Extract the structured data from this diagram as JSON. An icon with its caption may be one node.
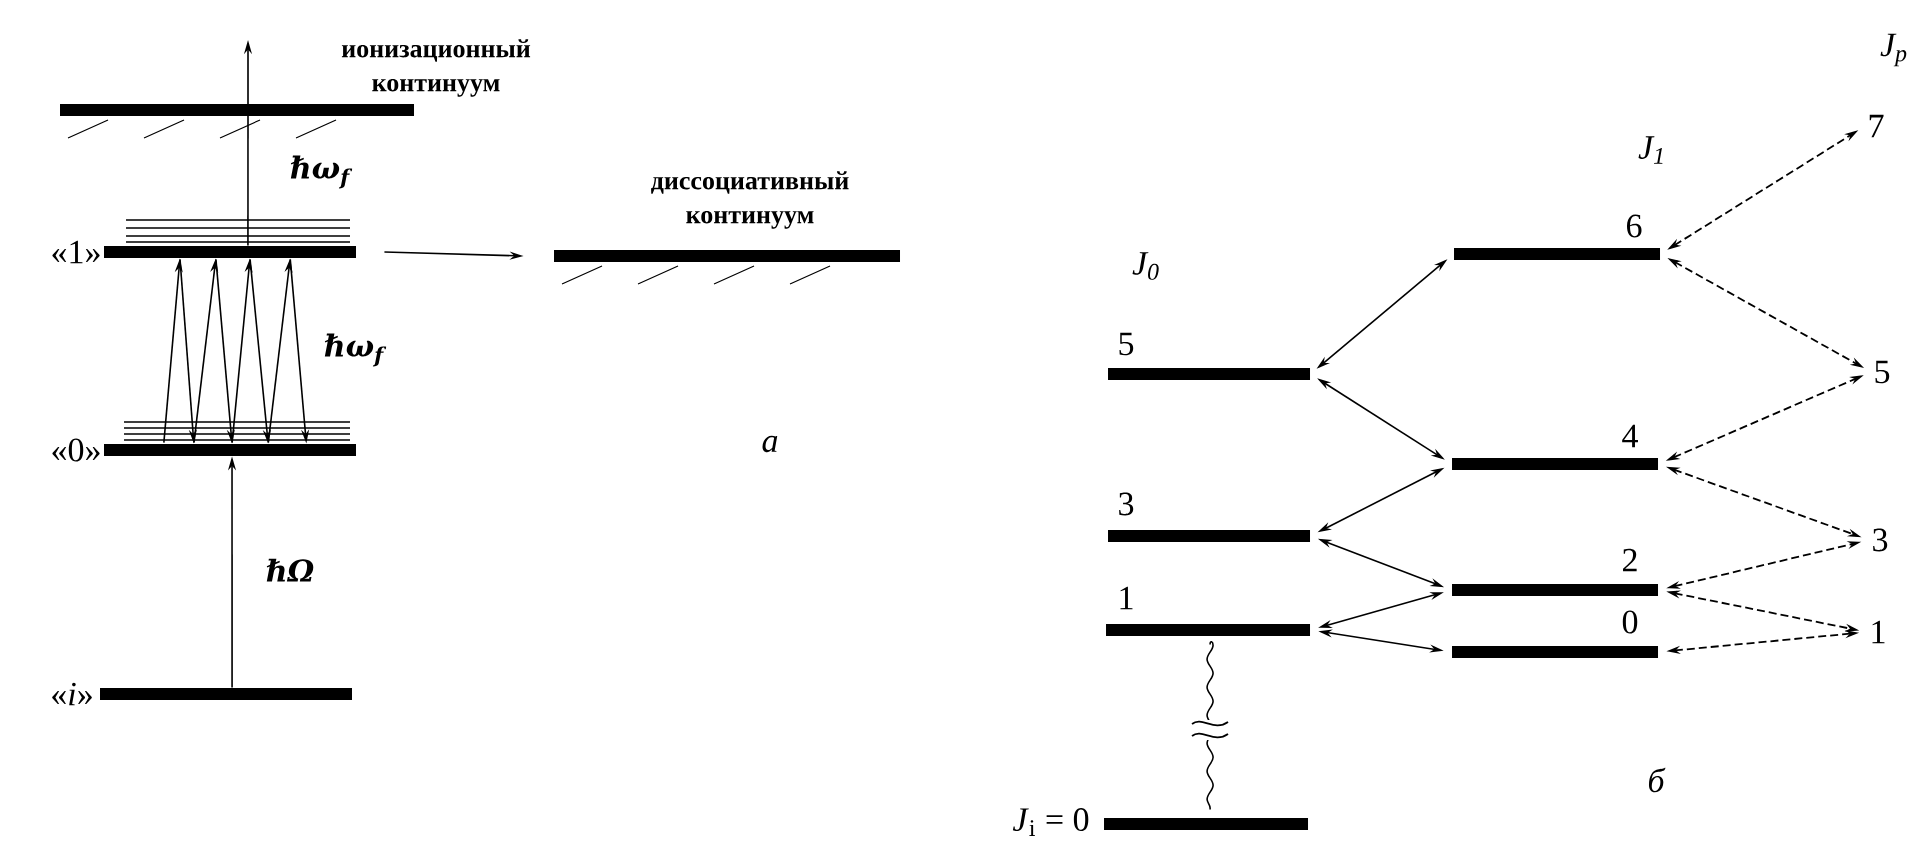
{
  "diagram": {
    "nodes": [
      {
        "text": [],
        "shape": "bar",
        "beside": [
          "ионизационный континуум"
        ]
      },
      {
        "text": [],
        "shape": "bar",
        "beside": [
          "«1»"
        ]
      },
      {
        "text": [],
        "shape": "bar",
        "beside": [
          "«0»"
        ]
      },
      {
        "text": [],
        "shape": "bar",
        "beside": [
          "«*i*»"
        ]
      },
      {
        "text": [],
        "shape": "bar",
        "beside": [
          "диссоциативный континуум"
        ]
      },
      {
        "text": [],
        "shape": "bar",
        "beside": [
          "5"
        ]
      },
      {
        "text": [],
        "shape": "bar",
        "beside": [
          "3"
        ]
      },
      {
        "text": [],
        "shape": "bar",
        "beside": [
          "1"
        ]
      },
      {
        "text": [],
        "shape": "bar",
        "beside": [
          "*J*$_{i}$ = 0"
        ]
      },
      {
        "text": [],
        "shape": "bar",
        "beside": [
          "6"
        ]
      },
      {
        "text": [],
        "shape": "bar",
        "beside": [
          "4"
        ]
      },
      {
        "text": [],
        "shape": "bar",
        "beside": [
          "2"
        ]
      },
      {
        "text": [],
        "shape": "bar",
        "beside": [
          "0"
        ]
      },
      {
        "text": [
          "7"
        ]
      },
      {
        "text": [
          "5"
        ]
      },
      {
        "text": [
          "3"
        ]
      },
      {
        "text": [
          "1"
        ]
      }
    ],
    "edges": [
      {
        "from": 3,
        "to": 2,
        "arrow": "to",
        "label": "ℏΩ"
      },
      {
        "from": 1,
        "to": null,
        "arrow": "to",
        "label": "ℏω$_{f}$"
      },
      {
        "from": 2,
        "to": 1,
        "arrow": "to"
      },
      {
        "from": 1,
        "to": 2,
        "arrow": "to"
      },
      {
        "from": 2,
        "to": 1,
        "arrow": "to"
      },
      {
        "from": 1,
        "to": 2,
        "arrow": "to"
      },
      {
        "from": 2,
        "to": 1,
        "arrow": "to"
      },
      {
        "from": 1,
        "to": 2,
        "arrow": "to"
      },
      {
        "from": 2,
        "to": 1,
        "arrow": "to"
      },
      {
        "from": 1,
        "to": 2,
        "arrow": "to",
        "label": "ℏω$_{f}$"
      },
      {
        "from": 1,
        "to": 4,
        "arrow": "to"
      },
      {
        "from": 7,
        "to": 8,
        "arrow": "none"
      },
      {
        "from": 5,
        "to": 9,
        "arrow": "both"
      },
      {
        "from": 5,
        "to": 10,
        "arrow": "both"
      },
      {
        "from": 6,
        "to": 10,
        "arrow": "both"
      },
      {
        "from": 6,
        "to": 11,
        "arrow": "both"
      },
      {
        "from": 7,
        "to": 11,
        "arrow": "both"
      },
      {
        "from": 7,
        "to": 12,
        "arrow": "both"
      },
      {
        "from": 9,
        "to": 13,
        "arrow": "both",
        "style": "dashed"
      },
      {
        "from": 9,
        "to": 14,
        "arrow": "both",
        "style": "dashed"
      },
      {
        "from": 10,
        "to": 14,
        "arrow": "both",
        "style": "dashed"
      },
      {
        "from": 10,
        "to": 15,
        "arrow": "both",
        "style": "dashed"
      },
      {
        "from": 11,
        "to": 15,
        "arrow": "both",
        "style": "dashed"
      },
      {
        "from": 11,
        "to": 16,
        "arrow": "both",
        "style": "dashed"
      },
      {
        "from": 12,
        "to": 16,
        "arrow": "both",
        "style": "dashed"
      }
    ],
    "labels": [
      "а",
      "J$_{0}$",
      "J$_{1}$",
      "J$_{p}$",
      "б"
    ]
  }
}
